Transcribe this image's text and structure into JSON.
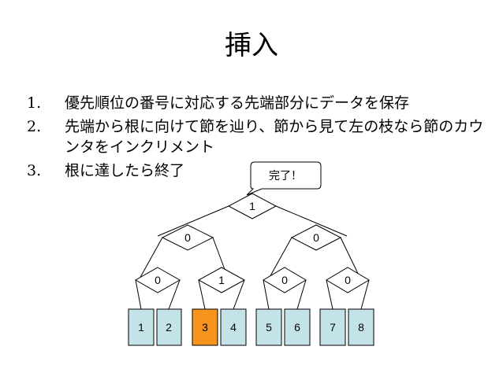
{
  "title": "挿入",
  "steps": [
    {
      "num": "1.",
      "text": "優先順位の番号に対応する先端部分にデータを保存"
    },
    {
      "num": "2.",
      "text": "先端から根に向けて節を辿り、節から見て左の枝なら節のカウンタをインクリメント"
    },
    {
      "num": "3.",
      "text": "根に達したら終了"
    }
  ],
  "callout": "完了！",
  "tree": {
    "root": "1",
    "level1": [
      "0",
      "0"
    ],
    "level2": [
      "0",
      "1",
      "0",
      "0"
    ],
    "leaves": [
      "1",
      "2",
      "3",
      "4",
      "5",
      "6",
      "7",
      "8"
    ],
    "highlighted_leaf": "3"
  },
  "colors": {
    "leaf_fill": "#c4e3e8",
    "highlight_fill": "#f7941d",
    "node_fill": "#ffffff",
    "stroke": "#000000"
  }
}
